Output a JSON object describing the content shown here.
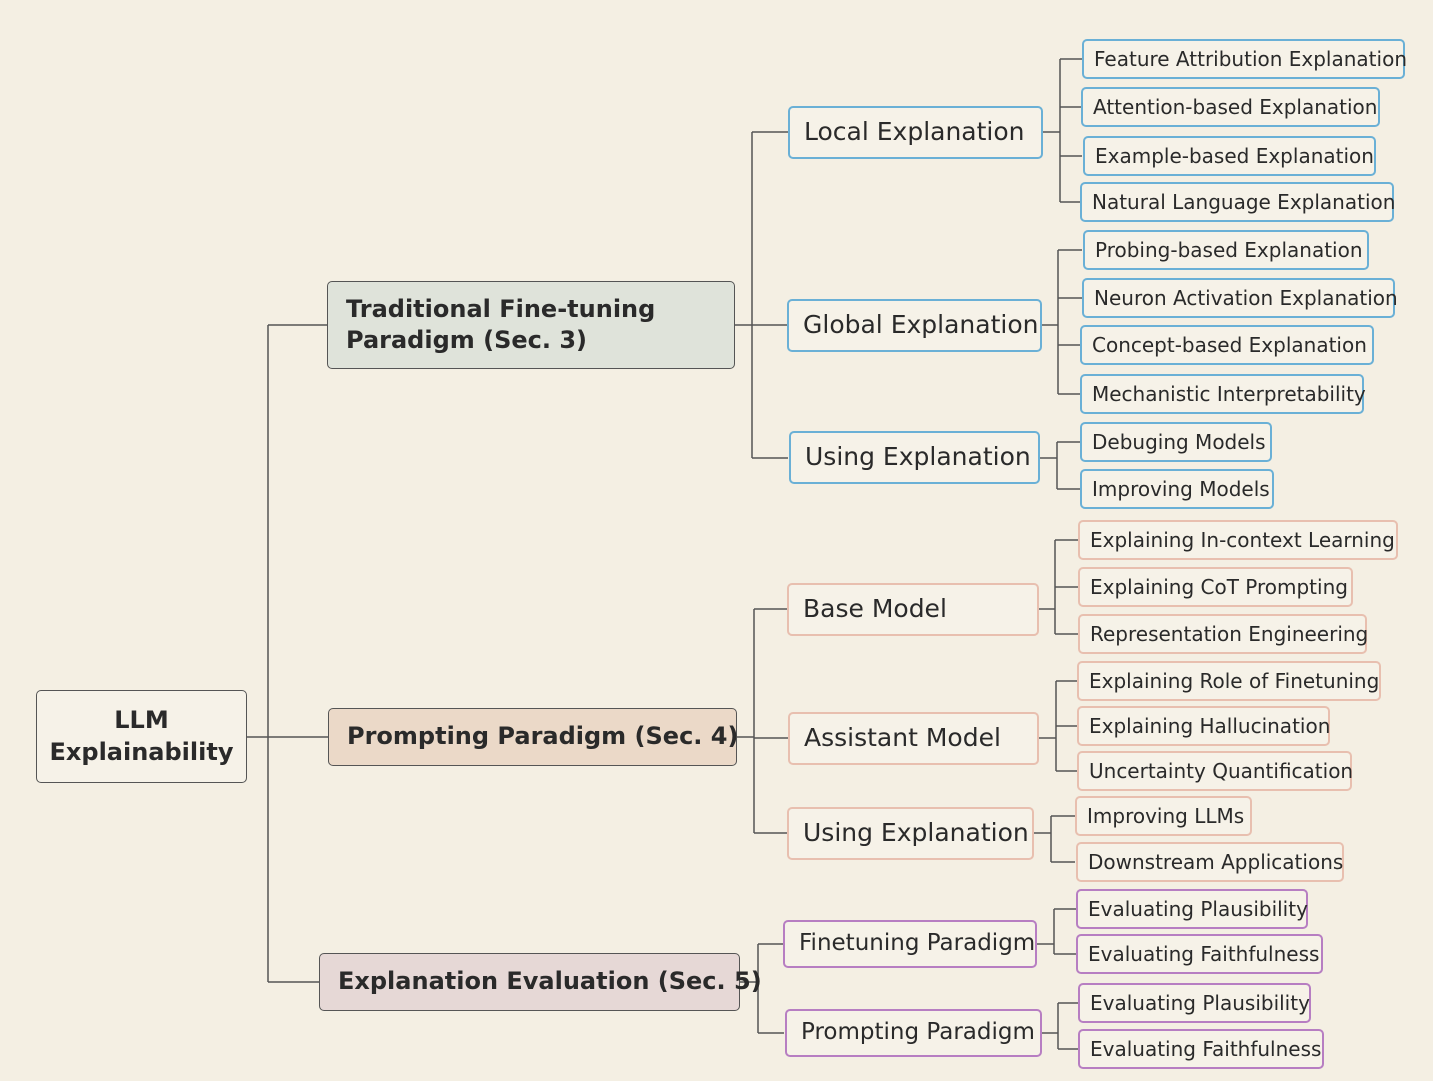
{
  "root": {
    "label": "LLM Explainability"
  },
  "branches": {
    "traditional": {
      "label": "Traditional Fine-tuning Paradigm (Sec. 3)",
      "local": {
        "label": "Local Explanation",
        "children": [
          "Feature Attribution Explanation",
          "Attention-based Explanation",
          "Example-based Explanation",
          "Natural Language Explanation"
        ]
      },
      "global": {
        "label": "Global Explanation",
        "children": [
          "Probing-based Explanation",
          "Neuron Activation Explanation",
          "Concept-based Explanation",
          "Mechanistic Interpretability"
        ]
      },
      "using": {
        "label": "Using Explanation",
        "children": [
          "Debuging Models",
          "Improving Models"
        ]
      }
    },
    "prompting": {
      "label": "Prompting Paradigm (Sec. 4)",
      "base": {
        "label": "Base Model",
        "children": [
          "Explaining In-context Learning",
          "Explaining CoT Prompting",
          "Representation Engineering"
        ]
      },
      "assistant": {
        "label": "Assistant Model",
        "children": [
          "Explaining Role of Finetuning",
          "Explaining Hallucination",
          "Uncertainty Quantification"
        ]
      },
      "using": {
        "label": "Using Explanation",
        "children": [
          "Improving LLMs",
          "Downstream Applications"
        ]
      }
    },
    "evaluation": {
      "label": "Explanation Evaluation (Sec. 5)",
      "finetuning": {
        "label": "Finetuning Paradigm",
        "children": [
          "Evaluating Plausibility",
          "Evaluating Faithfulness"
        ]
      },
      "prompting": {
        "label": "Prompting Paradigm",
        "children": [
          "Evaluating Plausibility",
          "Evaluating Faithfulness"
        ]
      }
    }
  },
  "colors": {
    "background": "#f4efe3",
    "traditional_border": "#6ab0d6",
    "prompting_border": "#e8bfaf",
    "evaluation_border": "#b77ec2",
    "traditional_fill": "#dfe3da",
    "prompting_fill": "#ebd9c8",
    "evaluation_fill": "#e6d8d6",
    "edge": "#555555"
  }
}
